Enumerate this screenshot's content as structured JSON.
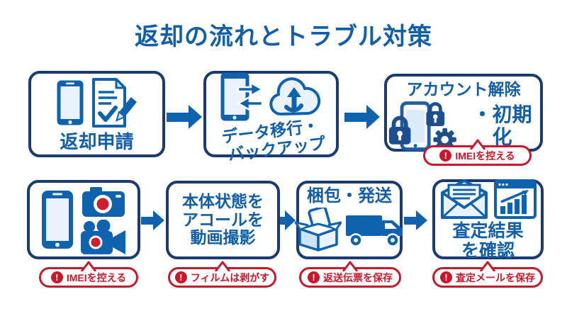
{
  "title": "返却の流れとトラブル対策",
  "colors": {
    "title_blue": "#115ea9",
    "box_border_navy": "#1b3a72",
    "icon_blue": "#0f62ad",
    "icon_light_blue": "#d9e9f7",
    "alert_red": "#c9182b",
    "camera_lens_red": "#cf1f2f",
    "background": "#ffffff"
  },
  "badge_mark": "!",
  "row1": {
    "step1": {
      "label": "返却申請",
      "icons": [
        "smartphone-icon",
        "document-edit-icon"
      ]
    },
    "step2": {
      "label_line1": "データ移行・",
      "label_line2": "バックアップ",
      "icons": [
        "phone-transfer-icon",
        "cloud-upload-icon"
      ]
    },
    "step3": {
      "title": "アカウント解除",
      "label": "・初期化",
      "icons": [
        "phone-lock-icon",
        "padlock-icon",
        "gear-icon"
      ],
      "badge": "IMEIを控える"
    }
  },
  "row2": {
    "step1": {
      "icons": [
        "smartphone-icon",
        "camera-icon",
        "video-camera-icon"
      ],
      "badge": "IMEIを控える"
    },
    "step2": {
      "label_line1": "本体状態を",
      "label_line2": "アコールを",
      "label_line3": "動画撮影",
      "badge": "フィルムは剥がす"
    },
    "step3": {
      "label": "梱包・発送",
      "icons": [
        "open-box-icon",
        "truck-icon"
      ],
      "badge": "返送伝票を保存"
    },
    "step4": {
      "label_line1": "査定結果",
      "label_line2": "を確認",
      "icons": [
        "open-mail-icon",
        "chart-window-icon"
      ],
      "badge": "査定メールを保存"
    }
  }
}
